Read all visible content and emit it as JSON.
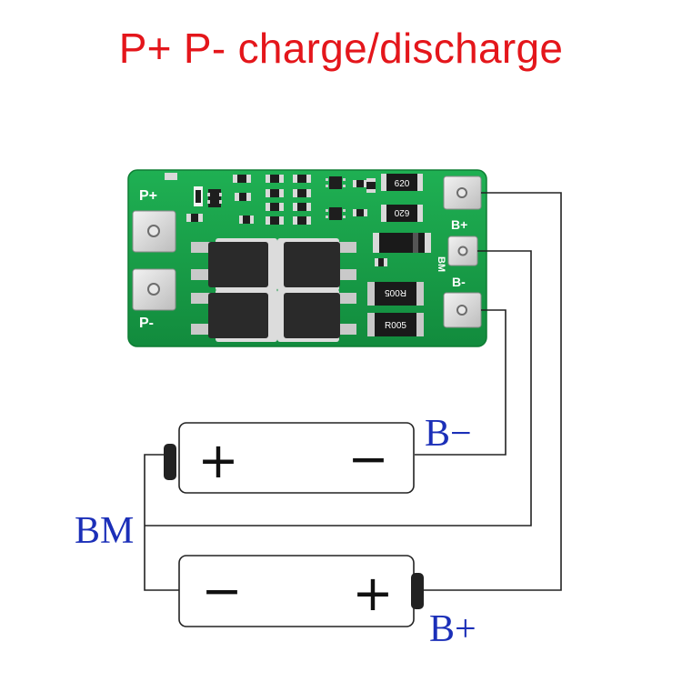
{
  "title": "P+ P- charge/discharge",
  "board": {
    "pad_left_top": "P+",
    "pad_left_bottom": "P-",
    "pad_right_top": "B+",
    "pad_right_mid": "BM",
    "pad_right_bottom": "B-",
    "resistor_top_1": "620",
    "resistor_top_2": "620",
    "shunt_1": "R005",
    "shunt_2": "R005"
  },
  "cells": [
    {
      "left_sign": "+",
      "right_sign": "−"
    },
    {
      "left_sign": "−",
      "right_sign": "+"
    }
  ],
  "labels": {
    "b_minus": "B−",
    "bm": "BM",
    "b_plus": "B+"
  },
  "colors": {
    "title": "#e4161b",
    "pcb_green": "#19a14a",
    "label_blue": "#1b2fb8",
    "wire": "#222222"
  }
}
